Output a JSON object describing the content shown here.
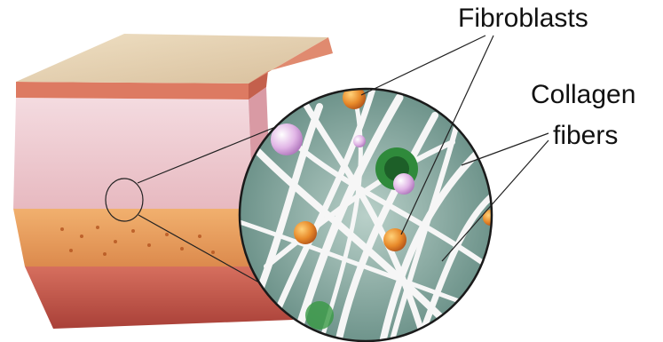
{
  "labels": {
    "fibroblasts": "Fibroblasts",
    "collagen_line1": "Collagen",
    "collagen_line2": "fibers"
  },
  "colors": {
    "epidermis_top": "#e6cfb0",
    "epidermis_edge": "#d9775f",
    "dermis": "#efd1d6",
    "subcutaneous": "#e9a060",
    "muscle": "#c65a4c",
    "fibroblast": "#e88a2a",
    "collagen": "#f4f4f4",
    "background_matrix": "#8fb0a8"
  },
  "icons": [
    "skin-block-illustration",
    "magnifier-lens",
    "fibroblast-cell",
    "collagen-fiber"
  ]
}
